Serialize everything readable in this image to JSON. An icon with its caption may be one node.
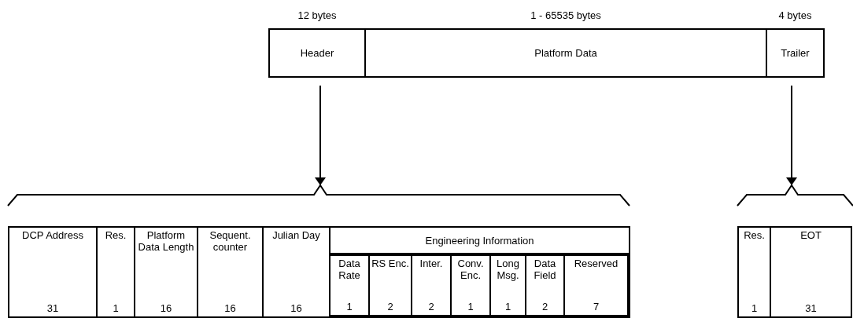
{
  "diagram": {
    "nodes": [
      {
        "text": [
          "Header"
        ],
        "beside": [
          "12 bytes"
        ]
      },
      {
        "text": [
          "Platform Data"
        ],
        "beside": [
          "1 - 65535 bytes"
        ]
      },
      {
        "text": [
          "Trailer"
        ],
        "beside": [
          "4 bytes"
        ]
      },
      {
        "text": [],
        "shape": "brace"
      },
      {
        "text": [
          "DCP Address",
          "31"
        ]
      },
      {
        "text": [
          "Res.",
          "1"
        ]
      },
      {
        "text": [
          "Platform Data Length",
          "16"
        ]
      },
      {
        "text": [
          "Sequent. counter",
          "16"
        ]
      },
      {
        "text": [
          "Julian Day",
          "16"
        ]
      },
      {
        "text": [
          "Engineering Information"
        ]
      },
      {
        "text": [
          "Data Rate",
          "1"
        ],
        "in": 9
      },
      {
        "text": [
          "RS Enc.",
          "2"
        ],
        "in": 9
      },
      {
        "text": [
          "Inter.",
          "2"
        ],
        "in": 9
      },
      {
        "text": [
          "Conv. Enc.",
          "1"
        ],
        "in": 9
      },
      {
        "text": [
          "Long Msg.",
          "1"
        ],
        "in": 9
      },
      {
        "text": [
          "Data Field",
          "2"
        ],
        "in": 9
      },
      {
        "text": [
          "Reserved",
          "7"
        ],
        "in": 9
      },
      {
        "text": [],
        "shape": "brace"
      },
      {
        "text": [
          "Res.",
          "1"
        ]
      },
      {
        "text": [
          "EOT",
          "31"
        ]
      }
    ],
    "edges": [
      {
        "from": 0,
        "to": 3,
        "arrow": "to"
      },
      {
        "from": 2,
        "to": 17,
        "arrow": "to"
      }
    ]
  }
}
